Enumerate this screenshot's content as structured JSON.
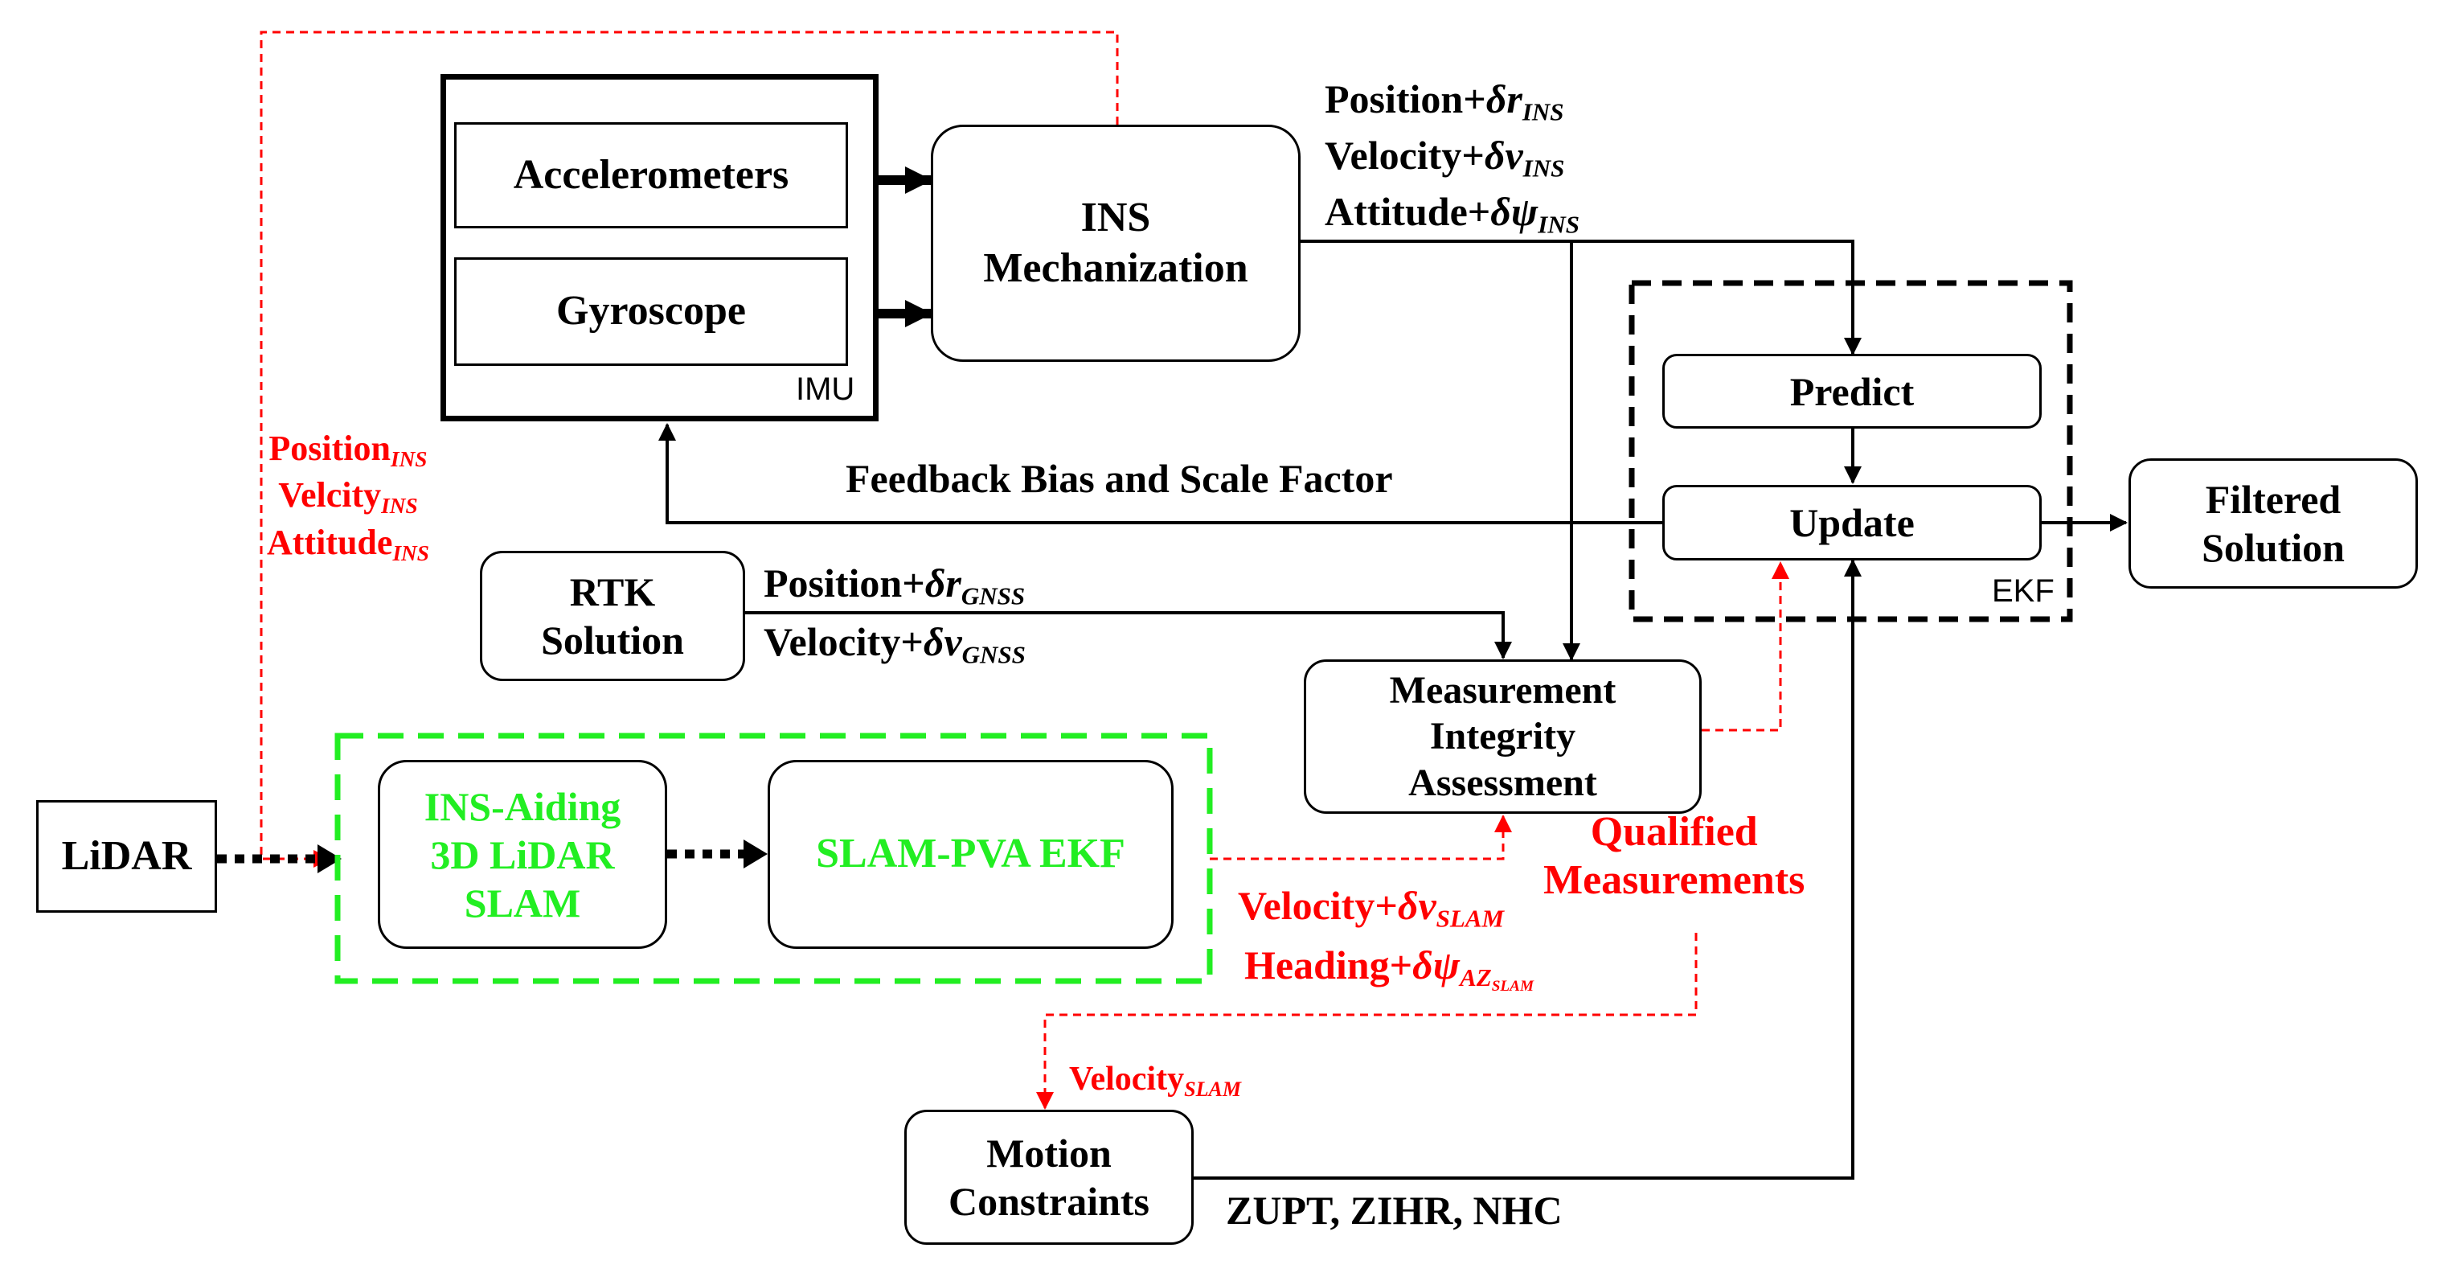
{
  "imu": {
    "label": "IMU",
    "accelerometers": "Accelerometers",
    "gyroscope": "Gyroscope"
  },
  "ins_mechanization": {
    "line1": "INS",
    "line2": "Mechanization"
  },
  "ins_outputs": {
    "position": {
      "prefix": "Position+",
      "symbol": "δr",
      "sub": "INS"
    },
    "velocity": {
      "prefix": "Velocity+",
      "symbol": "δv",
      "sub": "INS"
    },
    "attitude": {
      "prefix": "Attitude+",
      "symbol": "δψ",
      "sub": "INS"
    }
  },
  "ekf": {
    "label": "EKF",
    "predict": "Predict",
    "update": "Update"
  },
  "filtered_solution": {
    "line1": "Filtered",
    "line2": "Solution"
  },
  "feedback_label": "Feedback Bias and Scale Factor",
  "ins_to_slam": {
    "position": {
      "prefix": "Position",
      "sub": "INS"
    },
    "velocity": {
      "prefix": "Velcity",
      "sub": "INS"
    },
    "attitude": {
      "prefix": "Attitude",
      "sub": "INS"
    }
  },
  "rtk": {
    "line1": "RTK",
    "line2": "Solution"
  },
  "gnss_outputs": {
    "position": {
      "prefix": "Position+",
      "symbol": "δr",
      "sub": "GNSS"
    },
    "velocity": {
      "prefix": "Velocity+",
      "symbol": "δv",
      "sub": "GNSS"
    }
  },
  "measurement_integrity": {
    "line1": "Measurement",
    "line2": "Integrity",
    "line3": "Assessment"
  },
  "qualified_measurements": {
    "line1": "Qualified",
    "line2": "Measurements"
  },
  "lidar": "LiDAR",
  "slam": {
    "ins_aiding_line1": "INS-Aiding",
    "ins_aiding_line2": "3D LiDAR",
    "ins_aiding_line3": "SLAM",
    "pva_ekf": "SLAM-PVA EKF"
  },
  "slam_outputs": {
    "velocity": {
      "prefix": "Velocity+",
      "symbol": "δv",
      "sub": "SLAM"
    },
    "heading": {
      "prefix": "Heading+",
      "symbol": "δψ",
      "sub": "AZ",
      "sub2": "SLAM"
    }
  },
  "velocity_slam": {
    "prefix": "Velocity",
    "sub": "SLAM"
  },
  "motion_constraints": {
    "line1": "Motion",
    "line2": "Constraints"
  },
  "constraints_label": "ZUPT, ZIHR, NHC",
  "colors": {
    "black": "#000000",
    "red": "#ff0000",
    "green": "#22ee22"
  }
}
